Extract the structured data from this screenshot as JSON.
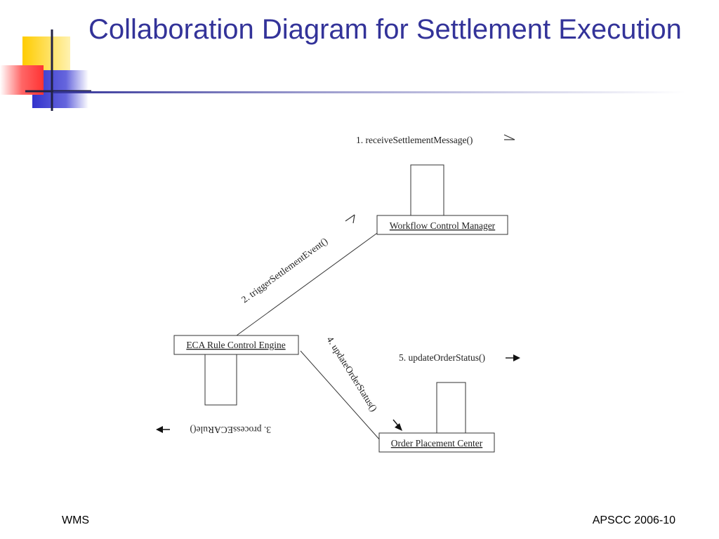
{
  "slide": {
    "title": "Collaboration Diagram for Settlement Execution",
    "footer_left": "WMS",
    "footer_right": "APSCC 2006-10"
  },
  "theme": {
    "title_color": "#333399",
    "deco_yellow": "#ffcc00",
    "deco_red": "#ff3333",
    "deco_blue": "#3333cc"
  },
  "diagram": {
    "objects": {
      "workflow": "Workflow Control Manager",
      "eca": "ECA Rule Control Engine",
      "order": "Order Placement Center"
    },
    "messages": {
      "m1": "1. receiveSettlementMessage()",
      "m2": "2. triggerSettlementEvent()",
      "m3": "3. processECARule()",
      "m4": "4. updateOrderStatus()",
      "m5": "5. updateOrderStatus()"
    }
  }
}
